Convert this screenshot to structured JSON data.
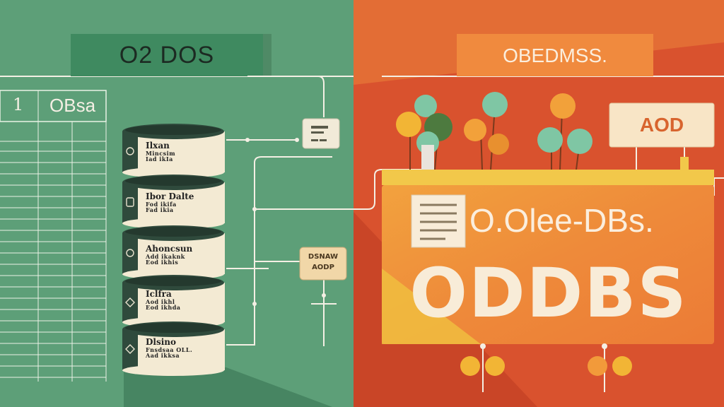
{
  "left_panel": {
    "title": "O2 DOS",
    "table_header": {
      "index": "1",
      "label": "OBsa"
    },
    "databases": [
      {
        "title": "Ilxan",
        "sub1": "Mincsim",
        "sub2": "Iad ikIa"
      },
      {
        "title": "Ibor Dalte",
        "sub1": "Fod ikifa",
        "sub2": "Fad ikia"
      },
      {
        "title": "Ahoncsun",
        "sub1": "Add ikaknk",
        "sub2": "Eod ikhis"
      },
      {
        "title": "Iclfra",
        "sub1": "Aod ikhl",
        "sub2": "Eod ikhda"
      },
      {
        "title": "Dlsino",
        "sub1": "Fnsdsaa OLL.",
        "sub2": "Aad ikksa"
      }
    ],
    "connector_badge": {
      "line1": "DSNAW",
      "line2": "AODP"
    }
  },
  "right_panel": {
    "title": "OBEDMSS.",
    "tag": "AOD",
    "subtitle": "O.Olee-DBs.",
    "headline": "ODDBS"
  },
  "colors": {
    "green_bg": "#5d9f78",
    "orange_bg": "#e36d35",
    "cylinder_body": "#f3ead3",
    "cylinder_dark": "#2f4a3c",
    "title_green": "#3f8a60",
    "title_orange": "#f08a3e",
    "tag_bg": "#f8e5c6",
    "headline_text": "#f8ecd8"
  }
}
